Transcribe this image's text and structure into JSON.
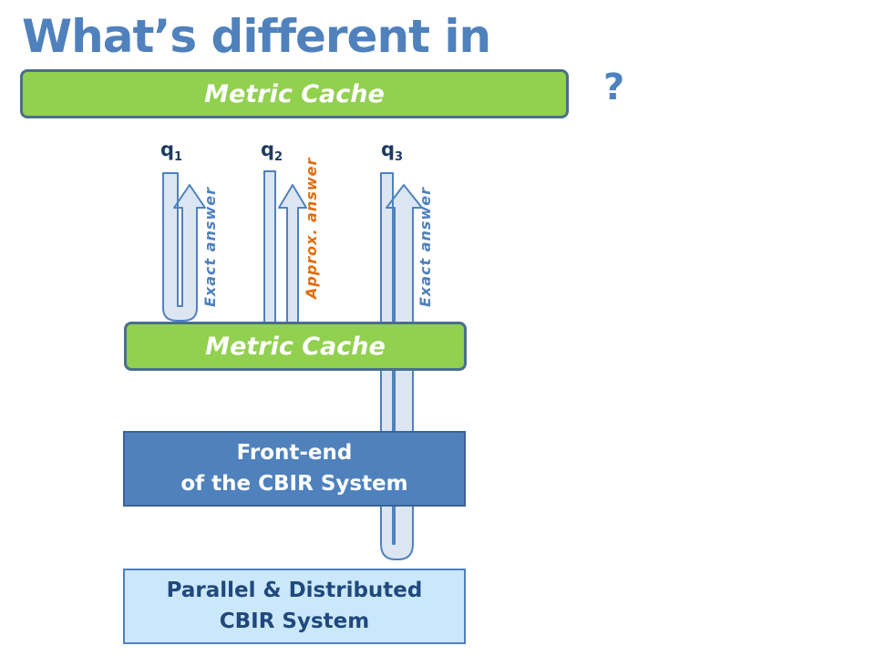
{
  "title": "What’s different in",
  "question_mark": "?",
  "cache_top_label": "Metric Cache",
  "cache_mid_label": "Metric Cache",
  "queries": [
    {
      "label": "q",
      "subscript": "1",
      "answer": "Exact answer"
    },
    {
      "label": "q",
      "subscript": "2",
      "answer": "Approx. answer"
    },
    {
      "label": "q",
      "subscript": "3",
      "answer": "Exact answer"
    }
  ],
  "frontend": {
    "line1": "Front-end",
    "line2": "of the CBIR System"
  },
  "backend": {
    "line1": "Parallel & Distributed",
    "line2": "CBIR System"
  },
  "colors": {
    "title": "#4f81bd",
    "cache_fill": "#92d050",
    "frontend_fill": "#4f81bd",
    "backend_fill": "#cbe7fa",
    "exact_answer": "#4f81bd",
    "approx_answer": "#e36c0a",
    "arrow_fill": "#dce6f2",
    "arrow_stroke": "#4f81bd"
  }
}
